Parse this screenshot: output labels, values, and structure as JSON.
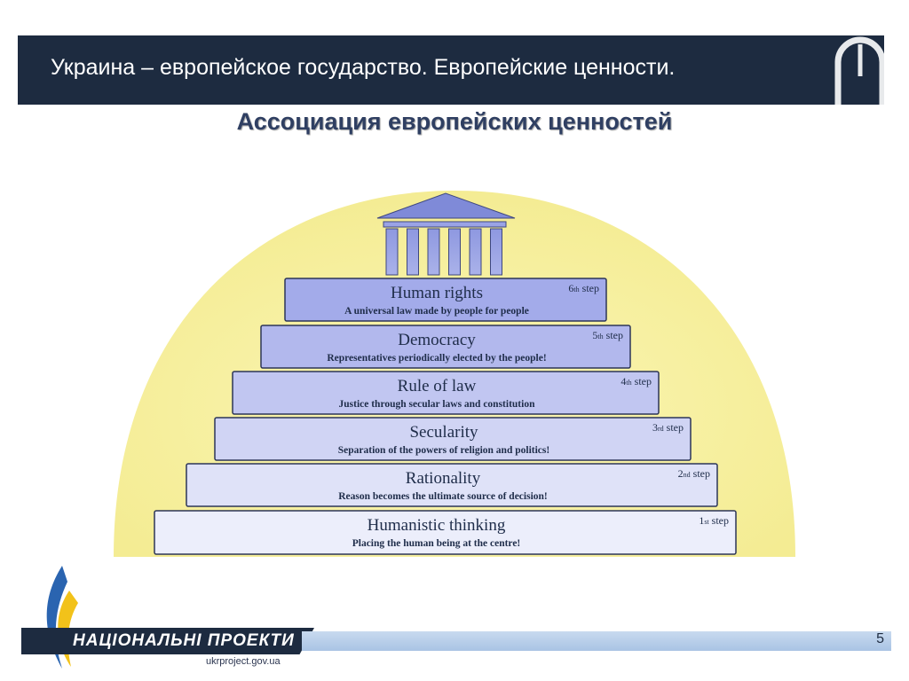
{
  "header": {
    "title": "Украина – европейское государство. Европейские ценности."
  },
  "subtitle": "Ассоциация европейских ценностей",
  "steps": [
    {
      "title": "Human rights",
      "desc": "A universal law made by people for people",
      "num": "6",
      "suffix": "th",
      "word": "step"
    },
    {
      "title": "Democracy",
      "desc": "Representatives periodically elected by the people!",
      "num": "5",
      "suffix": "th",
      "word": "step"
    },
    {
      "title": "Rule of law",
      "desc": "Justice through secular laws and constitution",
      "num": "4",
      "suffix": "th",
      "word": "step"
    },
    {
      "title": "Secularity",
      "desc": "Separation of the powers of religion and politics!",
      "num": "3",
      "suffix": "rd",
      "word": "step"
    },
    {
      "title": "Rationality",
      "desc": "Reason becomes the ultimate source of decision!",
      "num": "2",
      "suffix": "nd",
      "word": "step"
    },
    {
      "title": "Humanistic thinking",
      "desc": "Placing the human being at the centre!",
      "num": "1",
      "suffix": "st",
      "word": "step"
    }
  ],
  "footer": {
    "brand": "НАЦІОНАЛЬНІ ПРОЕКТИ",
    "url": "ukrproject.gov.ua",
    "page_number": "5"
  },
  "colors": {
    "header_bg": "#1d2b40",
    "sun": "#f6f1a6",
    "step_top": "#9aa3e6",
    "step_bottom": "#eef0fb"
  }
}
